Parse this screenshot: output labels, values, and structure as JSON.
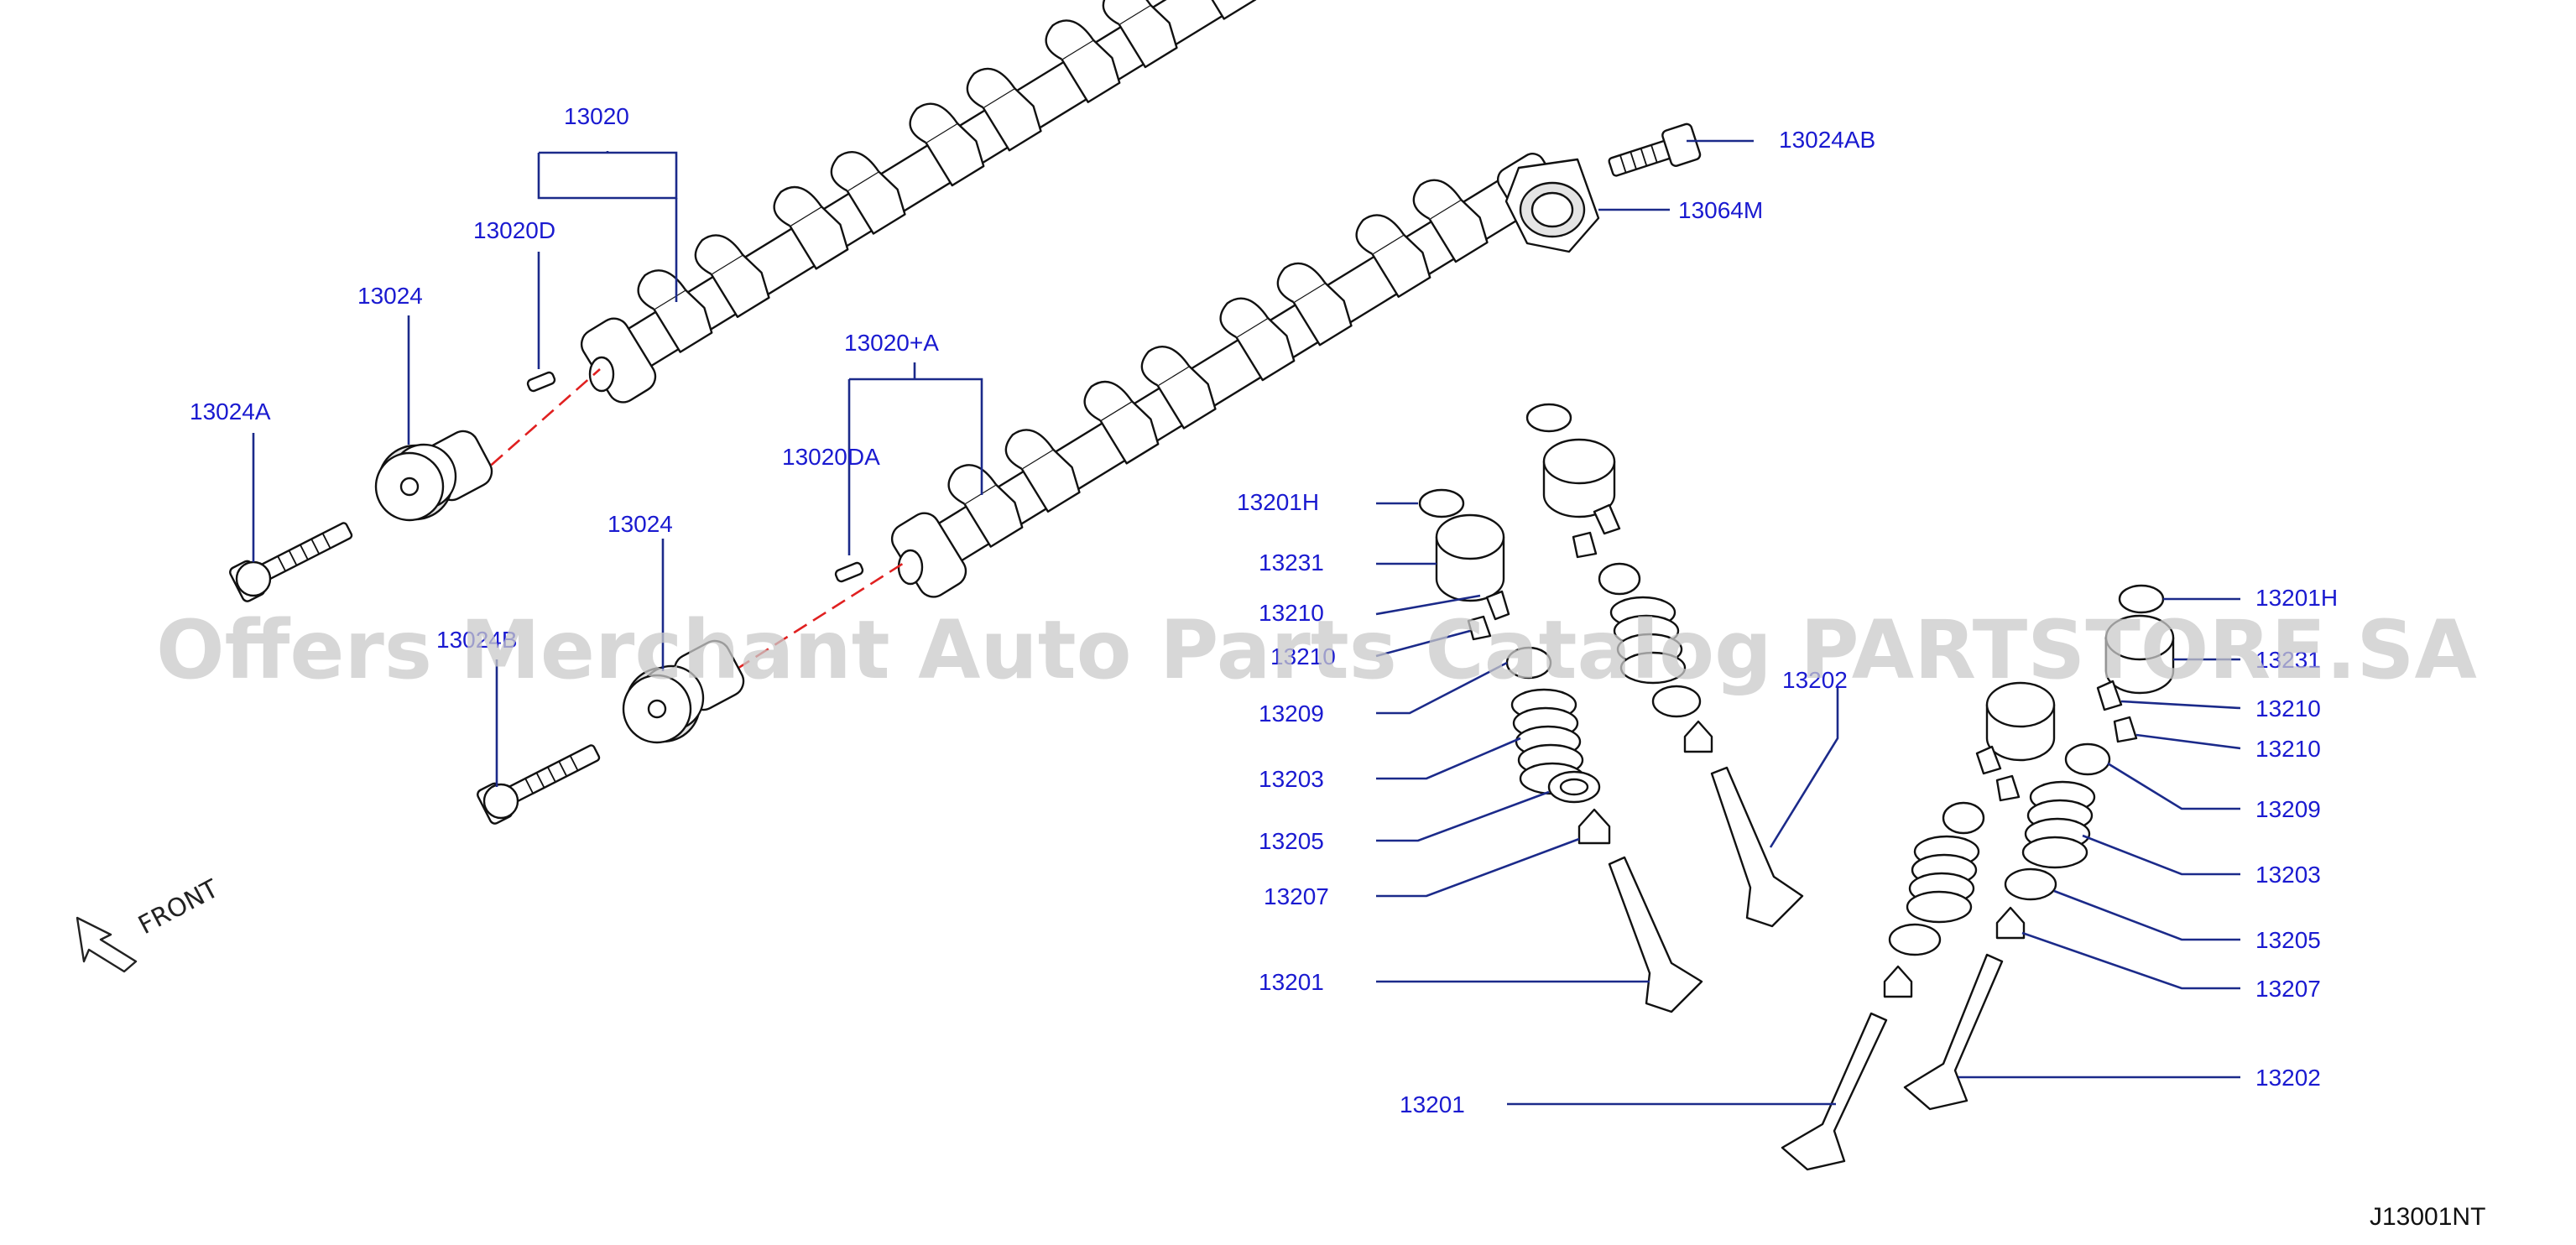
{
  "callouts": [
    {
      "id": "13020",
      "text": "13020"
    },
    {
      "id": "13020D",
      "text": "13020D"
    },
    {
      "id": "13024-upper",
      "text": "13024"
    },
    {
      "id": "13024A",
      "text": "13024A"
    },
    {
      "id": "13020+A",
      "text": "13020+A"
    },
    {
      "id": "13020DA",
      "text": "13020DA"
    },
    {
      "id": "13024-lower",
      "text": "13024"
    },
    {
      "id": "13024B",
      "text": "13024B"
    },
    {
      "id": "13024AB",
      "text": "13024AB"
    },
    {
      "id": "13064M",
      "text": "13064M"
    },
    {
      "id": "13201H-left",
      "text": "13201H"
    },
    {
      "id": "13231-left",
      "text": "13231"
    },
    {
      "id": "13210-left-a",
      "text": "13210"
    },
    {
      "id": "13210-left-b",
      "text": "13210"
    },
    {
      "id": "13209-left",
      "text": "13209"
    },
    {
      "id": "13203-left",
      "text": "13203"
    },
    {
      "id": "13205-left",
      "text": "13205"
    },
    {
      "id": "13207-left",
      "text": "13207"
    },
    {
      "id": "13201-left",
      "text": "13201"
    },
    {
      "id": "13202-center",
      "text": "13202"
    },
    {
      "id": "13201-bottom",
      "text": "13201"
    },
    {
      "id": "13201H-right",
      "text": "13201H"
    },
    {
      "id": "13231-right",
      "text": "13231"
    },
    {
      "id": "13210-right-a",
      "text": "13210"
    },
    {
      "id": "13210-right-b",
      "text": "13210"
    },
    {
      "id": "13209-right",
      "text": "13209"
    },
    {
      "id": "13203-right",
      "text": "13203"
    },
    {
      "id": "13205-right",
      "text": "13205"
    },
    {
      "id": "13207-right",
      "text": "13207"
    },
    {
      "id": "13202-right",
      "text": "13202"
    }
  ],
  "front_label": "FRONT",
  "diagram_code": "J13001NT",
  "watermark": "Offers Merchant Auto Parts Catalog PARTSTORE.SA"
}
